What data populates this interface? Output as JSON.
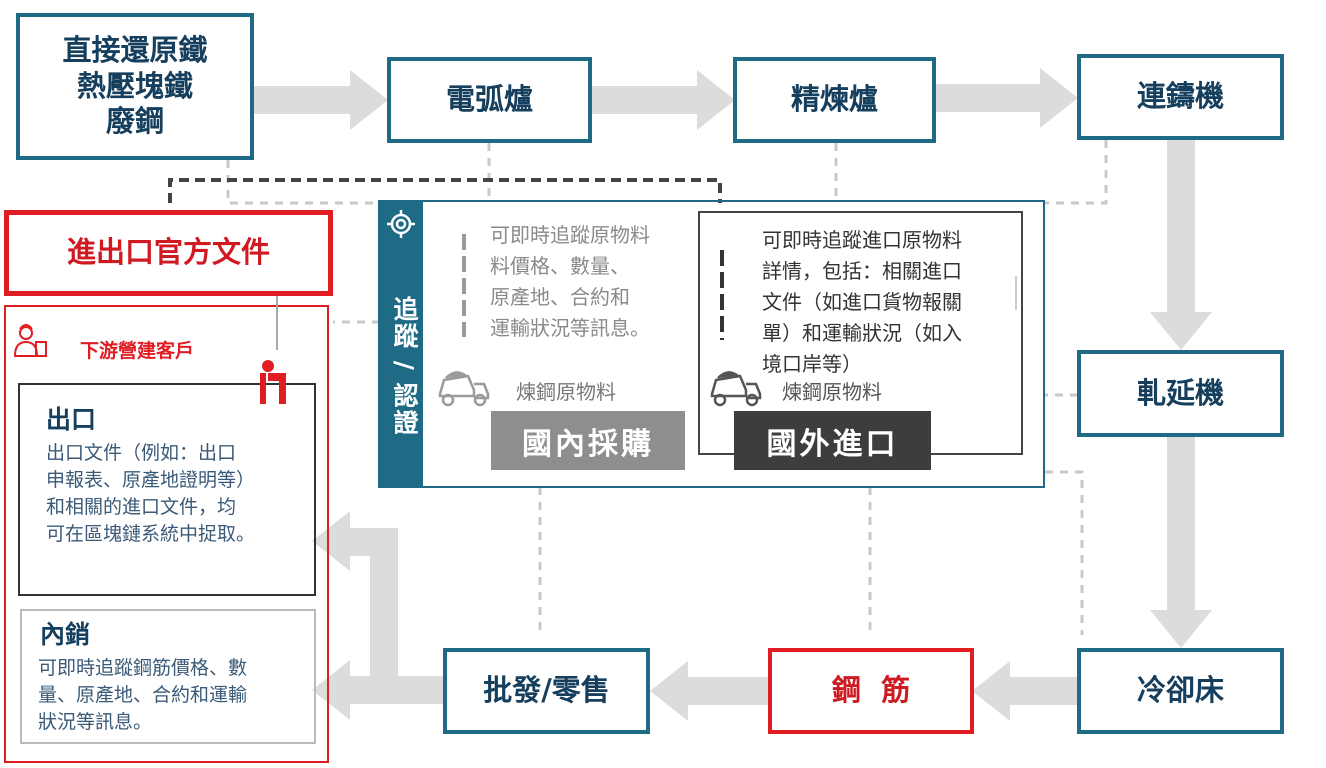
{
  "nodes": {
    "raw_materials": "直接還原鐵\n熱壓塊鐵\n廢鋼",
    "eaf": "電弧爐",
    "refining": "精煉爐",
    "caster": "連鑄機",
    "rolling": "軋延機",
    "cooling": "冷卻床",
    "rebar": "鋼  筋",
    "wholesale": "批發/零售",
    "official_docs": "進出口官方文件"
  },
  "tracking_panel": {
    "side_label": "追蹤 / 認證",
    "domestic_desc": "可即時追蹤原物料\n料價格、數量、\n原產地、合約和\n運輸狀況等訊息。",
    "import_desc": "可即時追蹤進口原物料\n詳情，包括：相關進口\n文件（如進口貨物報關\n單）和運輸狀況（如入\n境口岸等）",
    "domestic_material_label": "煉鋼原物料",
    "import_material_label": "煉鋼原物料",
    "domestic_button": "國內採購",
    "import_button": "國外進口"
  },
  "customer_panel": {
    "title": "下游營建客戶",
    "export_title": "出口",
    "export_desc": "出口文件（例如：出口\n申報表、原產地證明等）\n和相關的進口文件，均\n可在區塊鏈系統中捉取。",
    "domestic_title": "內銷",
    "domestic_desc": "可即時追蹤鋼筋價格、數\n量、原產地、合約和運輸\n狀況等訊息。"
  },
  "colors": {
    "teal_border": "#1f6b86",
    "navy_text": "#163f5e",
    "red": "#e11d24",
    "arrow_gray": "#dcdcdc",
    "dash_gray": "#c9c9c9",
    "domestic_btn": "#8e8e8e",
    "import_btn": "#3d3d3d"
  }
}
